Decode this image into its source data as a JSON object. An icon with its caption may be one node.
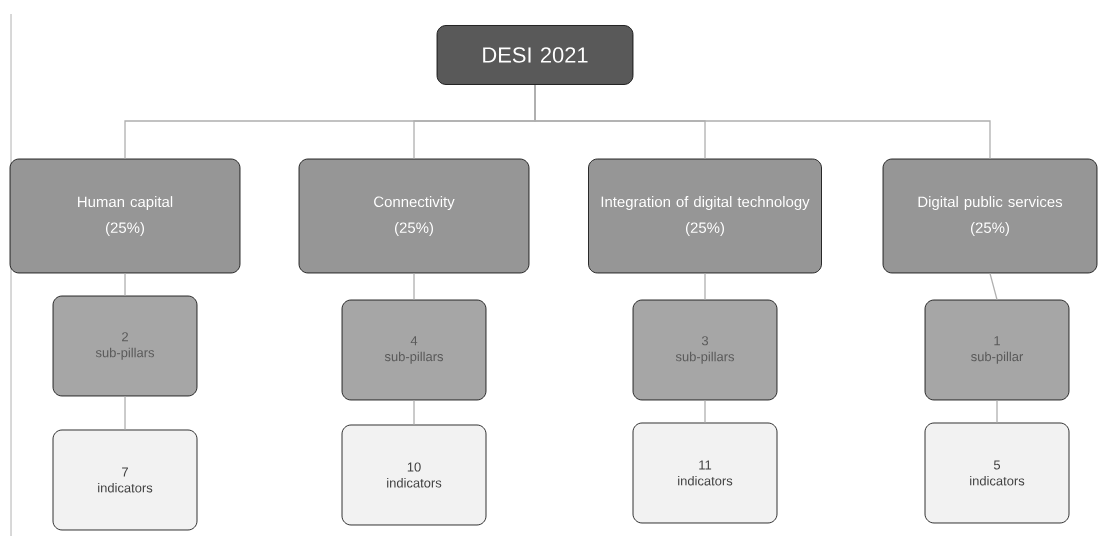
{
  "diagram": {
    "nodes": [
      {
        "text": [
          "DESI 2021"
        ]
      },
      {
        "text": [
          "Human capital",
          "(25%)"
        ]
      },
      {
        "text": [
          "Connectivity",
          "(25%)"
        ]
      },
      {
        "text": [
          "Integration of digital technology",
          "(25%)"
        ]
      },
      {
        "text": [
          "Digital public services",
          "(25%)"
        ]
      },
      {
        "text": [
          "2",
          "sub-pillars"
        ]
      },
      {
        "text": [
          "4",
          "sub-pillars"
        ]
      },
      {
        "text": [
          "3",
          "sub-pillars"
        ]
      },
      {
        "text": [
          "1",
          "sub-pillar"
        ]
      },
      {
        "text": [
          "7",
          "indicators"
        ]
      },
      {
        "text": [
          "10",
          "indicators"
        ]
      },
      {
        "text": [
          "11",
          "indicators"
        ]
      },
      {
        "text": [
          "5",
          "indicators"
        ]
      }
    ],
    "edges": [
      {
        "from": 0,
        "to": 1,
        "arrow": "none"
      },
      {
        "from": 0,
        "to": 2,
        "arrow": "none"
      },
      {
        "from": 0,
        "to": 3,
        "arrow": "none"
      },
      {
        "from": 0,
        "to": 4,
        "arrow": "none"
      },
      {
        "from": 1,
        "to": 5,
        "arrow": "none"
      },
      {
        "from": 2,
        "to": 6,
        "arrow": "none"
      },
      {
        "from": 3,
        "to": 7,
        "arrow": "none"
      },
      {
        "from": 4,
        "to": 8,
        "arrow": "none"
      },
      {
        "from": 5,
        "to": 9,
        "arrow": "none"
      },
      {
        "from": 6,
        "to": 10,
        "arrow": "none"
      },
      {
        "from": 7,
        "to": 11,
        "arrow": "none"
      },
      {
        "from": 8,
        "to": 12,
        "arrow": "none"
      }
    ]
  }
}
